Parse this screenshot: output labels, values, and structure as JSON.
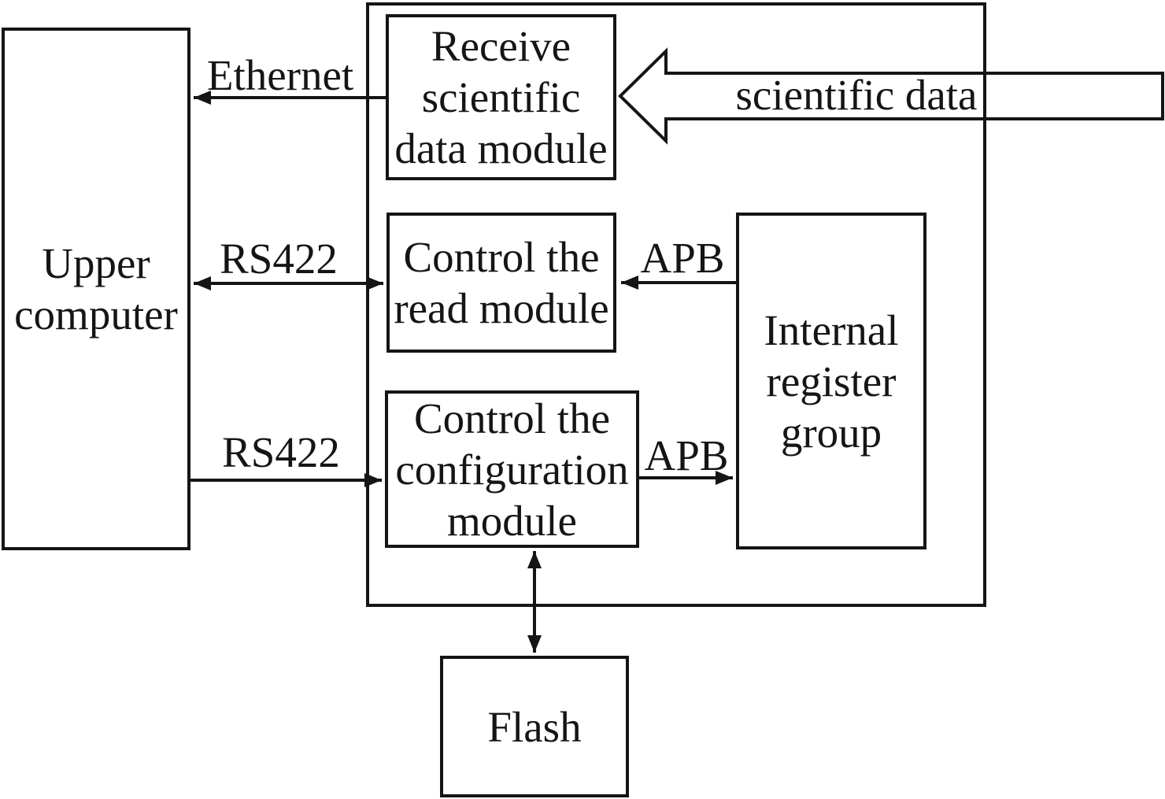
{
  "diagram": {
    "nodes": {
      "upper_computer": {
        "label": "Upper\ncomputer"
      },
      "receive_module": {
        "label": "Receive\nscientific\ndata module"
      },
      "read_module": {
        "label": "Control the\nread module"
      },
      "config_module": {
        "label": "Control the\nconfiguration\nmodule"
      },
      "register_group": {
        "label": "Internal\nregister\ngroup"
      },
      "flash": {
        "label": "Flash"
      }
    },
    "edges": {
      "ethernet": {
        "label": "Ethernet",
        "from": "receive_module",
        "to": "upper_computer",
        "direction": "left"
      },
      "rs422_read": {
        "label": "RS422",
        "from": "upper_computer",
        "to": "read_module",
        "direction": "both"
      },
      "apb_read": {
        "label": "APB",
        "from": "register_group",
        "to": "read_module",
        "direction": "left"
      },
      "rs422_config": {
        "label": "RS422",
        "from": "upper_computer",
        "to": "config_module",
        "direction": "right"
      },
      "apb_config": {
        "label": "APB",
        "from": "config_module",
        "to": "register_group",
        "direction": "right"
      },
      "config_flash": {
        "label": "",
        "from": "config_module",
        "to": "flash",
        "direction": "both"
      },
      "scientific_data": {
        "label": "scientific data",
        "to": "receive_module",
        "direction": "left",
        "style": "hollow-block-arrow"
      }
    },
    "colors": {
      "line": "#151515",
      "background": "#ffffff",
      "block_arrow_fill": "#ffffff"
    }
  }
}
